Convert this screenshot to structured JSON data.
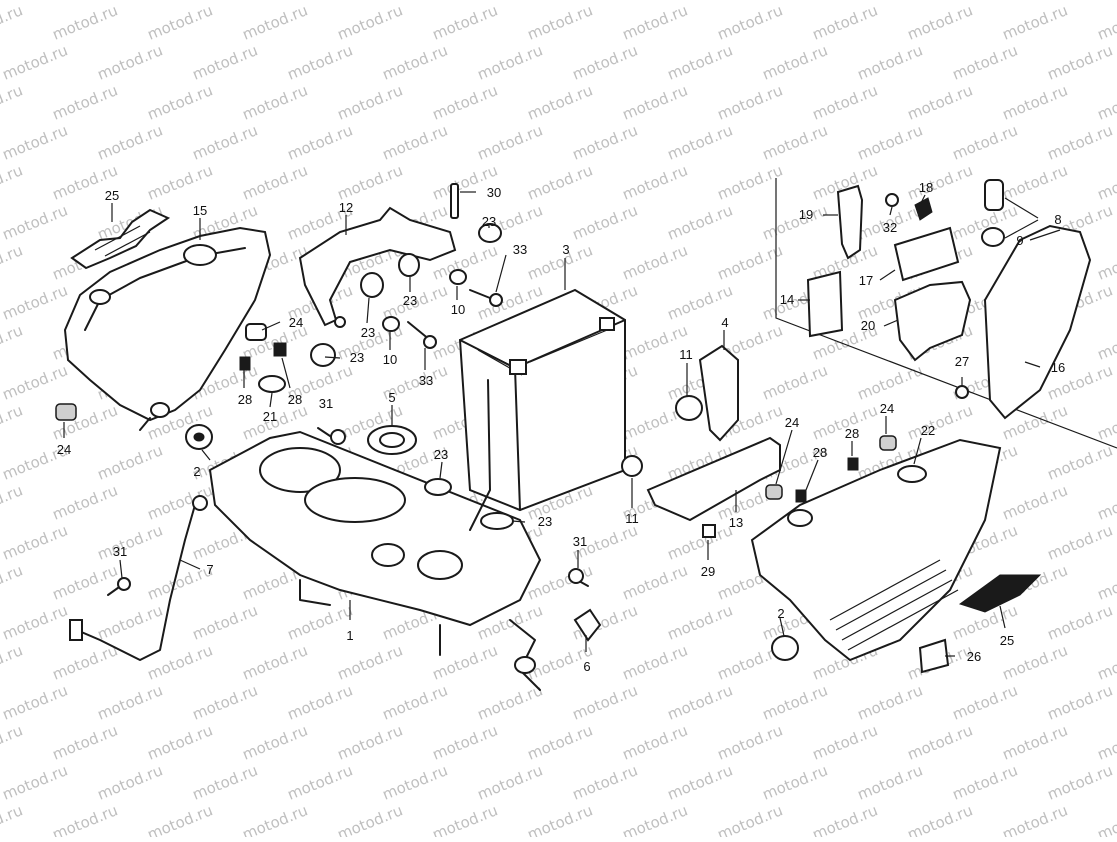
{
  "watermark": "motod.ru",
  "callouts": [
    "1",
    "2",
    "3",
    "4",
    "5",
    "6",
    "7",
    "8",
    "9",
    "10",
    "11",
    "12",
    "13",
    "14",
    "15",
    "16",
    "17",
    "18",
    "19",
    "20",
    "21",
    "22",
    "23",
    "24",
    "25",
    "26",
    "27",
    "28",
    "29",
    "30",
    "31",
    "32",
    "33"
  ]
}
